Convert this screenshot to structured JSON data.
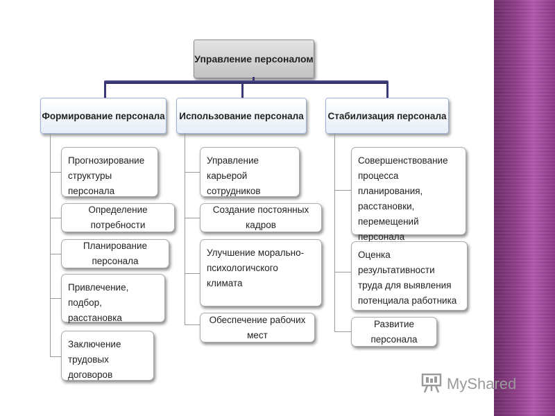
{
  "root": "Управление персоналом",
  "columns": [
    {
      "title": "Формирование персонала",
      "items": [
        "Прогнозирование структуры персонала",
        "Определение потребности",
        "Планирование персонала",
        "Привлечение, подбор, расстановка персонала",
        "Заключение трудовых договоров"
      ]
    },
    {
      "title": "Использование персонала",
      "items": [
        "Управление карьерой сотрудников",
        "Создание постоянных кадров",
        "Улучшение морально-психологичского климата",
        "Обеспечение рабочих мест"
      ]
    },
    {
      "title": "Стабилизация персонала",
      "items": [
        "Совершенствование процесса планирования, расстановки, перемещений персонала",
        "Оценка результативности труда для выявления потенциала работника",
        "Развитие персонала"
      ]
    }
  ],
  "watermark": {
    "text": "MyShared",
    "icon": "presentation-board-icon",
    "accent_color": "#9a9a9a"
  },
  "colors": {
    "side_band": "#8f3f8a",
    "connector": "#3a3875"
  }
}
